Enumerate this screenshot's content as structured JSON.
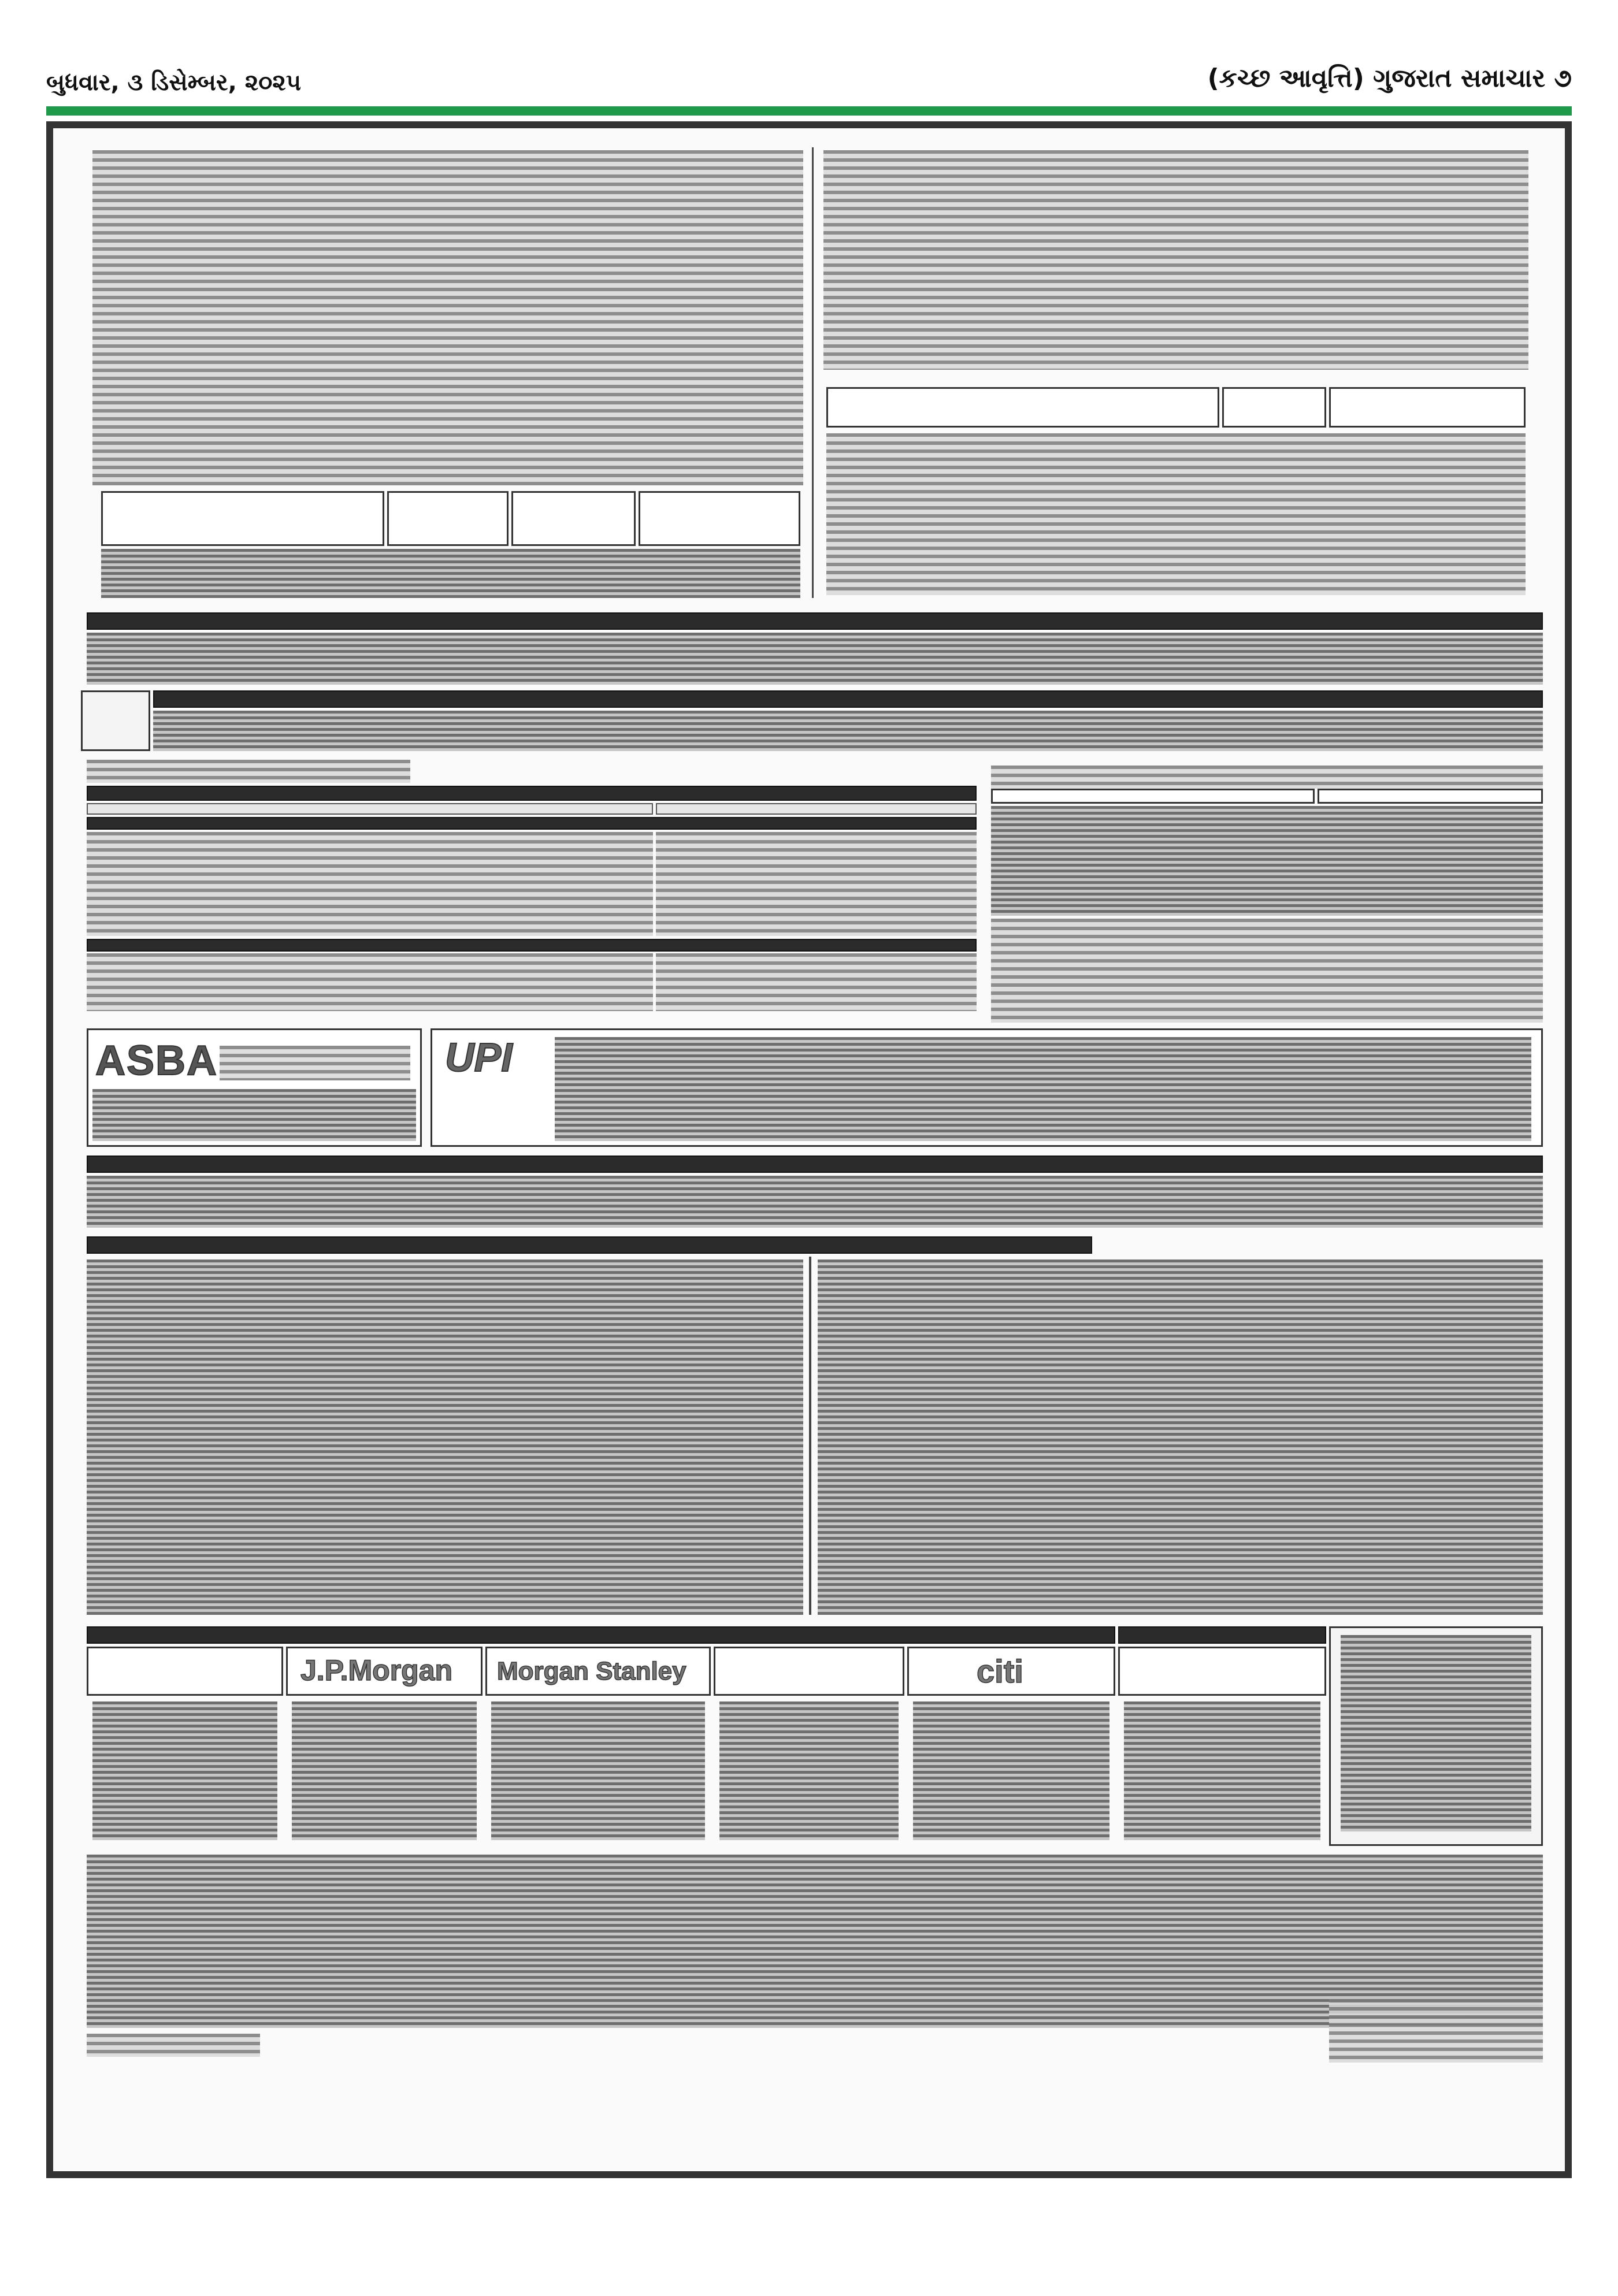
{
  "masthead": {
    "date": "બુધવાર, ૩ ડિસેમ્બર, ૨૦૨૫",
    "edition_title": "(કચ્છ આવૃત્તિ) ગુજરાત સમાચાર ૭"
  },
  "logos": {
    "asba": "ASBA",
    "upi": "UPI",
    "bankers": [
      "J.P.Morgan",
      "Morgan Stanley",
      "citi"
    ]
  }
}
